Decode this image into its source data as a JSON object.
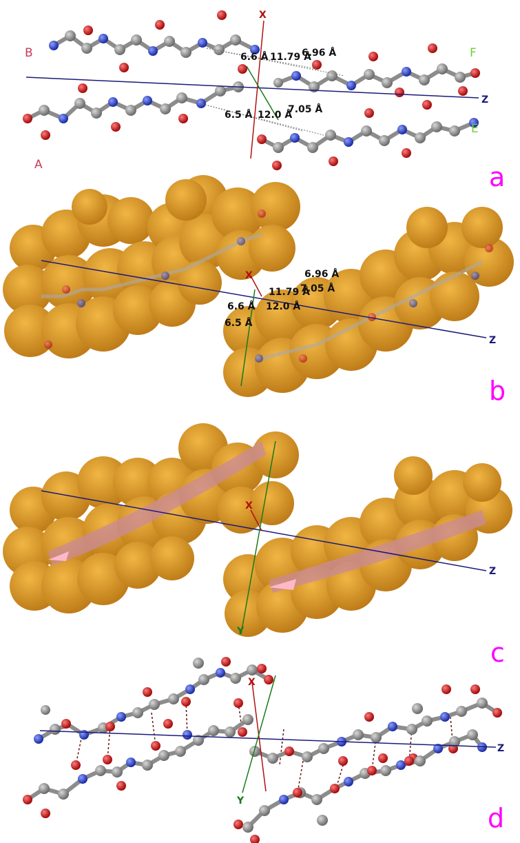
{
  "panels": {
    "a": {
      "letter": "a",
      "strands": {
        "A": "A",
        "B": "B",
        "E": "E",
        "F": "F"
      },
      "measurements": [
        "6.6 Å",
        "11.79 Å",
        "6.96 Å",
        "6.5 Å",
        "12.0 Å",
        "7.05 Å"
      ],
      "axes": {
        "x": "X",
        "z": "Z"
      }
    },
    "b": {
      "letter": "b",
      "measurements": [
        "6.96 Å",
        "11.79 Å",
        "7.05 Å",
        "6.6 Å",
        "12.0 Å",
        "6.5 Å"
      ],
      "axes": {
        "x": "X",
        "z": "Z"
      }
    },
    "c": {
      "letter": "c",
      "axes": {
        "x": "X",
        "y": "Y",
        "z": "Z"
      }
    },
    "d": {
      "letter": "d",
      "axes": {
        "x": "X",
        "y": "Y",
        "z": "Z"
      }
    }
  },
  "colors": {
    "carbon": "#8c8c8c",
    "nitrogen": "#2e3fc8",
    "oxygen": "#d51616",
    "surface": "#d9900f",
    "cartoon": "#c98a9a",
    "axis_z": "#1a1a7a",
    "axis_x": "#b01010",
    "axis_y": "#1a7a1a",
    "letter": "#ff00ff",
    "strand_letter_ab": "#c83a5a",
    "strand_letter_ef": "#6ccf3a"
  }
}
